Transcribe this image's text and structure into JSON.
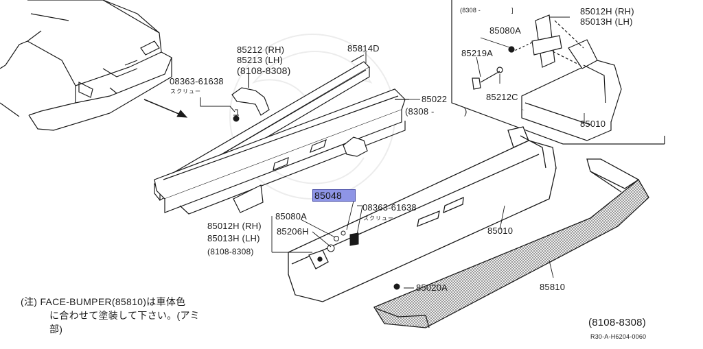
{
  "labels": {
    "screw_top": "08363-61638",
    "screw_top_jp": "スクリュー",
    "bracket_rh_top": "85212 (RH)",
    "bracket_lh_top": "85213 (LH)",
    "date_top": "(8108-8308)",
    "rail": "85814D",
    "reinforcement": "85022",
    "reinforcement_date": "(8308 -",
    "reinforcement_date_close": ")",
    "inset_date": "(8308 -",
    "inset_date_close": "]",
    "inset_stay_rh": "85012H (RH)",
    "inset_stay_lh": "85013H (LH)",
    "inset_85080a": "85080A",
    "inset_85219a": "85219A",
    "inset_85212c": "85212C",
    "inset_bumper": "85010",
    "highlight_part": "85048",
    "screw_mid": "08363-61638",
    "screw_mid_jp": "スクリュー",
    "washer_85080a": "85080A",
    "bolt_85206h": "85206H",
    "stay_rh": "85012H (RH)",
    "stay_lh": "85013H (LH)",
    "stay_date": "(8108-8308)",
    "bumper_main": "85010",
    "clip": "85020A",
    "face_bumper": "85810",
    "bottom_date": "(8108-8308)",
    "ref_code": "R30-A-H6204-0060"
  },
  "note": {
    "prefix": "(注)",
    "line1": "FACE-BUMPER(85810)は車体色",
    "line2": "に合わせて塗装して下さい。(アミ",
    "line3": "部)"
  },
  "colors": {
    "line": "#1a1a1a",
    "highlight": "#8e95e6",
    "mesh": "#9a9a9a"
  }
}
